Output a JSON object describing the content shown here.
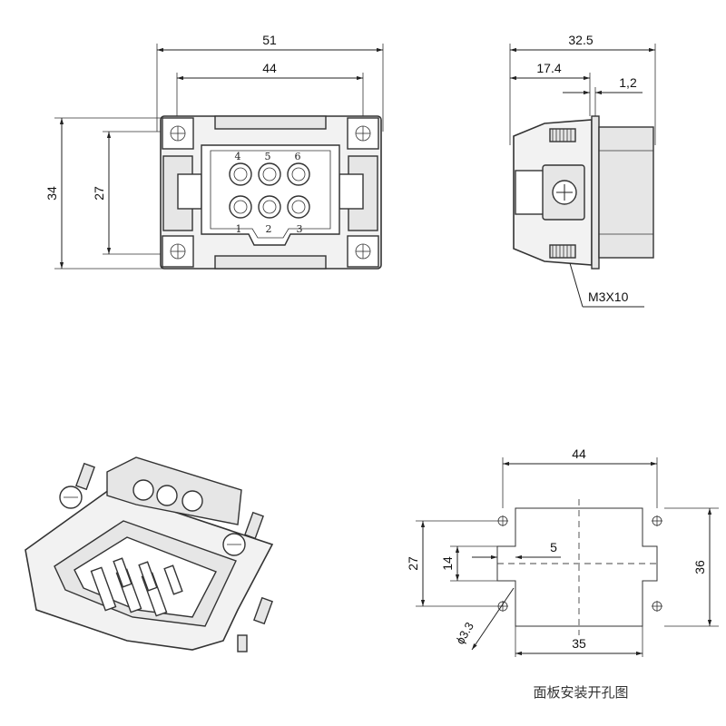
{
  "front_view": {
    "dims": {
      "overall_width": "51",
      "hole_spacing": "44",
      "overall_height": "34",
      "hole_vertical": "27"
    },
    "pins": [
      "4",
      "5",
      "6",
      "1",
      "2",
      "3"
    ]
  },
  "side_view": {
    "dims": {
      "depth": "32.5",
      "front_depth": "17.4",
      "flange": "1,2"
    },
    "screw_label": "M3X10"
  },
  "panel_cutout": {
    "dims": {
      "top_width": "44",
      "bottom_width": "35",
      "height_right": "36",
      "height_left": "27",
      "inner": "14",
      "offset": "5",
      "hole_dia": "ϕ3.3"
    },
    "caption": "面板安装开孔图"
  }
}
